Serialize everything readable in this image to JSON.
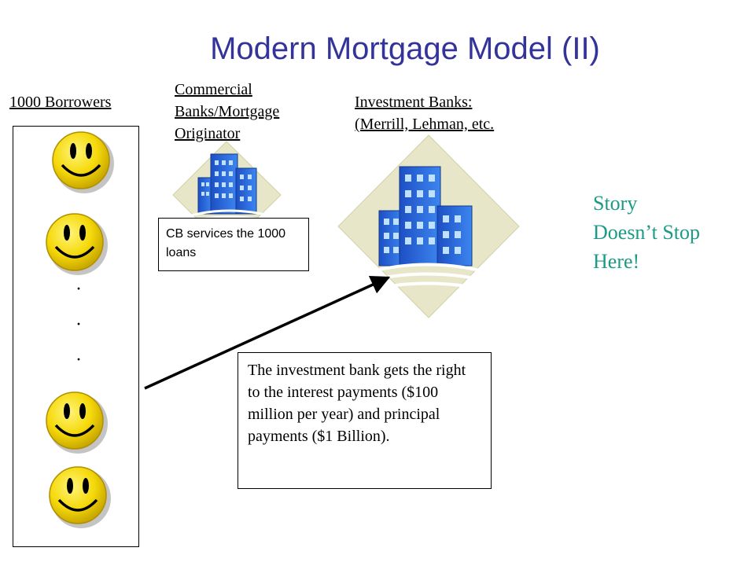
{
  "title": "Modern Mortgage Model (II)",
  "borrowers_label": "1000 Borrowers",
  "cb_label": [
    "Commercial",
    "Banks/Mortgage",
    "Originator"
  ],
  "ib_label": [
    "Investment Banks:",
    "(Merrill, Lehman, etc."
  ],
  "story_lines": [
    "Story",
    "Doesn’t Stop",
    "Here!"
  ],
  "cb_note": "CB services the 1000 loans",
  "ib_note": "The investment bank gets the right to the interest payments ($100 million per year) and principal payments ($1 Billion).",
  "ellipsis": "·",
  "colors": {
    "title": "#333399",
    "story": "#1a9b86",
    "building": "#2f6fe0",
    "diamond": "#e8e6c8",
    "smiley": "#f5d90a"
  }
}
